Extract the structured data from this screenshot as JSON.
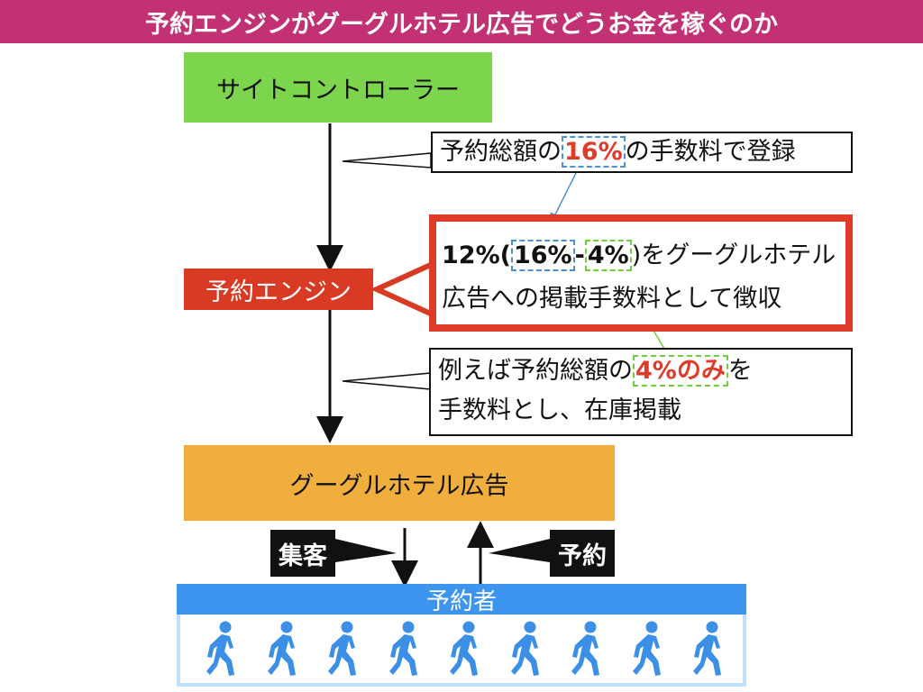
{
  "title": "予約エンジンがグーグルホテル広告でどうお金を稼ぐのか",
  "colors": {
    "title_bg": "#c23173",
    "site_controller_bg": "#7dd54e",
    "booking_engine_bg": "#d83a24",
    "google_ad_bg": "#f0ae3c",
    "booker_bar_bg": "#3d95f0",
    "highlight_red": "#e03a2a",
    "highlight_blue": "#4a90d9",
    "highlight_green": "#6fcf3f"
  },
  "nodes": {
    "site_controller": "サイトコントローラー",
    "booking_engine": "予約エンジン",
    "google_hotel_ads": "グーグルホテル広告",
    "booker": "予約者"
  },
  "notes": {
    "top": {
      "prefix": "予約総額の",
      "highlight": "16%",
      "suffix": "の手数料で登録"
    },
    "main": {
      "line1_a": "12%(",
      "line1_b": "16%",
      "line1_c": "-",
      "line1_d": "4%",
      "line1_e": ")をグーグルホテル",
      "line2": "広告への掲載手数料として徴収"
    },
    "bottom": {
      "line1_prefix": "例えば予約総額の",
      "line1_highlight": "4%のみ",
      "line1_suffix": "を",
      "line2": "手数料とし、在庫掲載"
    }
  },
  "tags": {
    "attract": "集客",
    "reserve": "予約"
  },
  "walker_icon": "walking-person-icon"
}
